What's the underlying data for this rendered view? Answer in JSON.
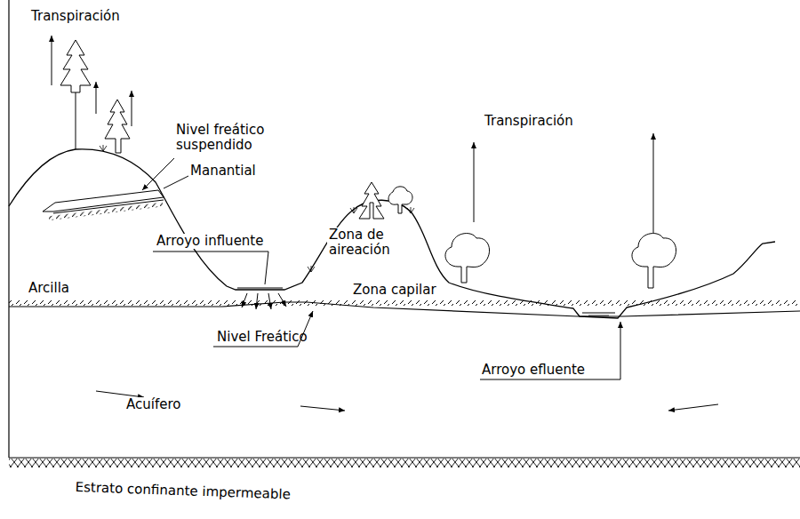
{
  "diagram": {
    "labels": [
      "Transpiración",
      "Nivel freático suspendido",
      "Manantial",
      "Arroyo influente",
      "Zona de aireación",
      "Transpiración",
      "Arcilla",
      "Zona capilar",
      "Nivel Freático",
      "Arroyo efluente",
      "Acuífero",
      "Estrato confinante impermeable"
    ]
  }
}
